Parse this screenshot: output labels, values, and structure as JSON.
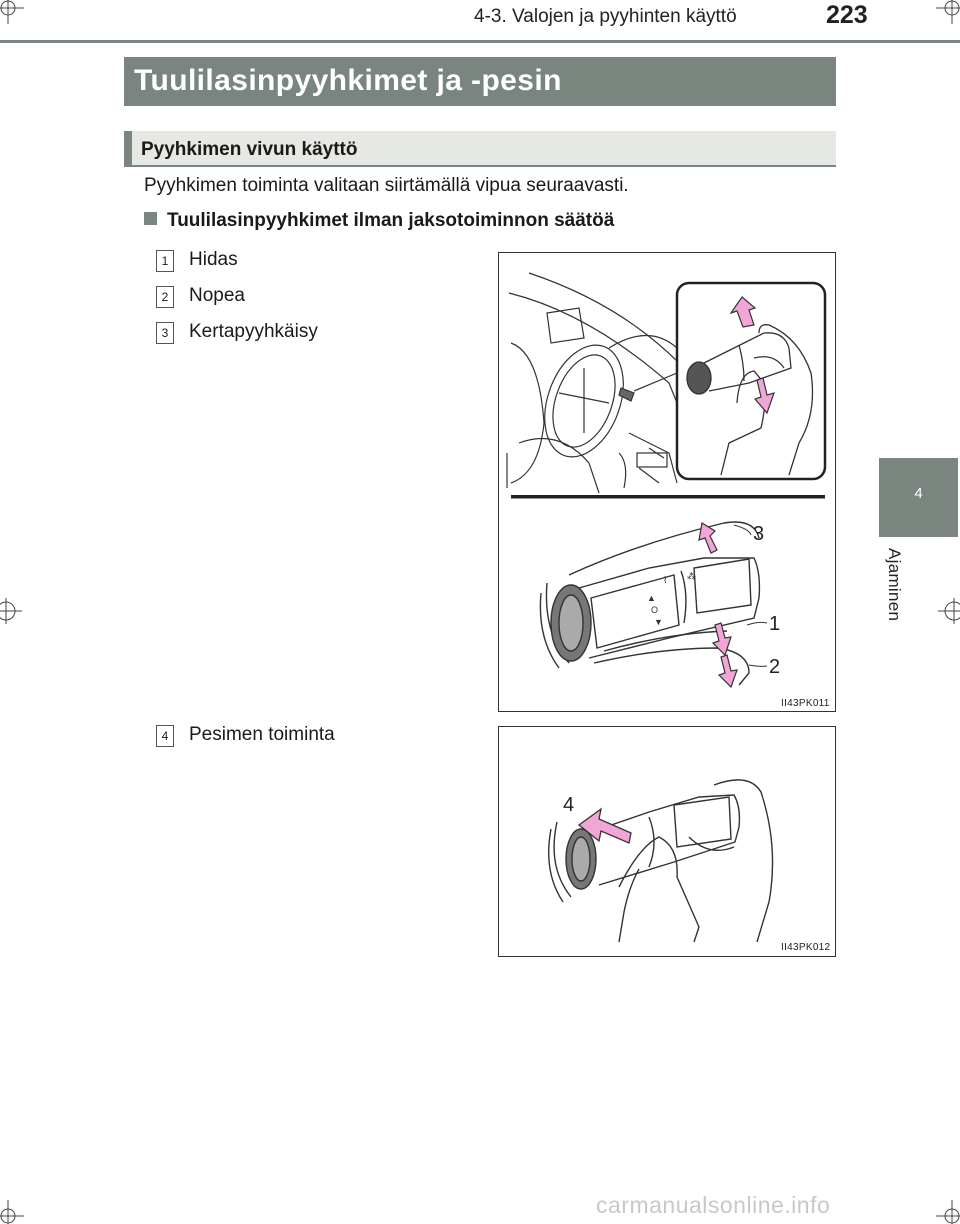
{
  "header": {
    "section": "4-3. Valojen ja pyyhinten käyttö",
    "page_number": "223"
  },
  "side_tab": {
    "chapter_number": "4",
    "chapter_label": "Ajaminen"
  },
  "title": "Tuulilasinpyyhkimet ja -pesin",
  "subsection": "Pyyhkimen vivun käyttö",
  "intro": "Pyyhkimen toiminta valitaan siirtämällä vipua seuraavasti.",
  "heading": "Tuulilasinpyyhkimet ilman jaksotoiminnon säätöä",
  "items": [
    {
      "num": "1",
      "label": "Hidas"
    },
    {
      "num": "2",
      "label": "Nopea"
    },
    {
      "num": "3",
      "label": "Kertapyyhkäisy"
    },
    {
      "num": "4",
      "label": "Pesimen toiminta"
    }
  ],
  "figure1": {
    "code": "II43PK011",
    "callouts": [
      "3",
      "1",
      "2"
    ]
  },
  "figure2": {
    "code": "II43PK012",
    "callouts": [
      "4"
    ]
  },
  "watermark": "carmanualsonline.info",
  "colors": {
    "band": "#7a8580",
    "subband": "#e6e8e3",
    "arrow": "#f2a6d8"
  }
}
